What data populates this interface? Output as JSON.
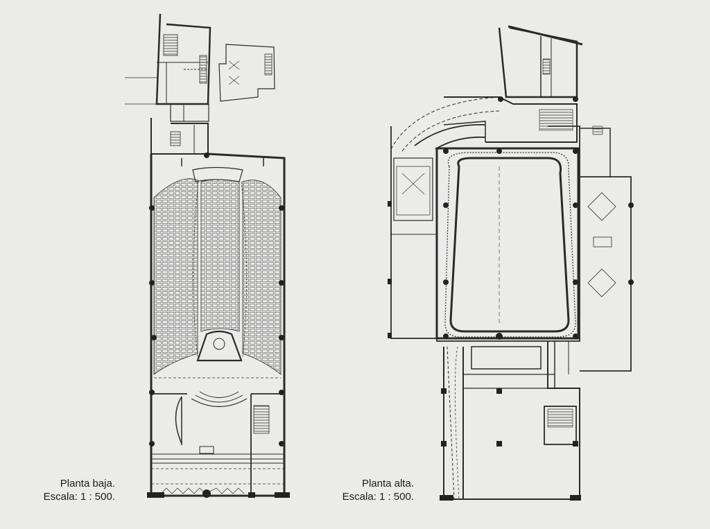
{
  "plans": {
    "ground": {
      "caption_title": "Planta baja.",
      "caption_scale": "Escala: 1 : 500."
    },
    "upper": {
      "caption_title": "Planta alta.",
      "caption_scale": "Escala: 1 : 500."
    }
  },
  "colors": {
    "paper": "#ebebea",
    "ink": "#2a2a2a"
  }
}
